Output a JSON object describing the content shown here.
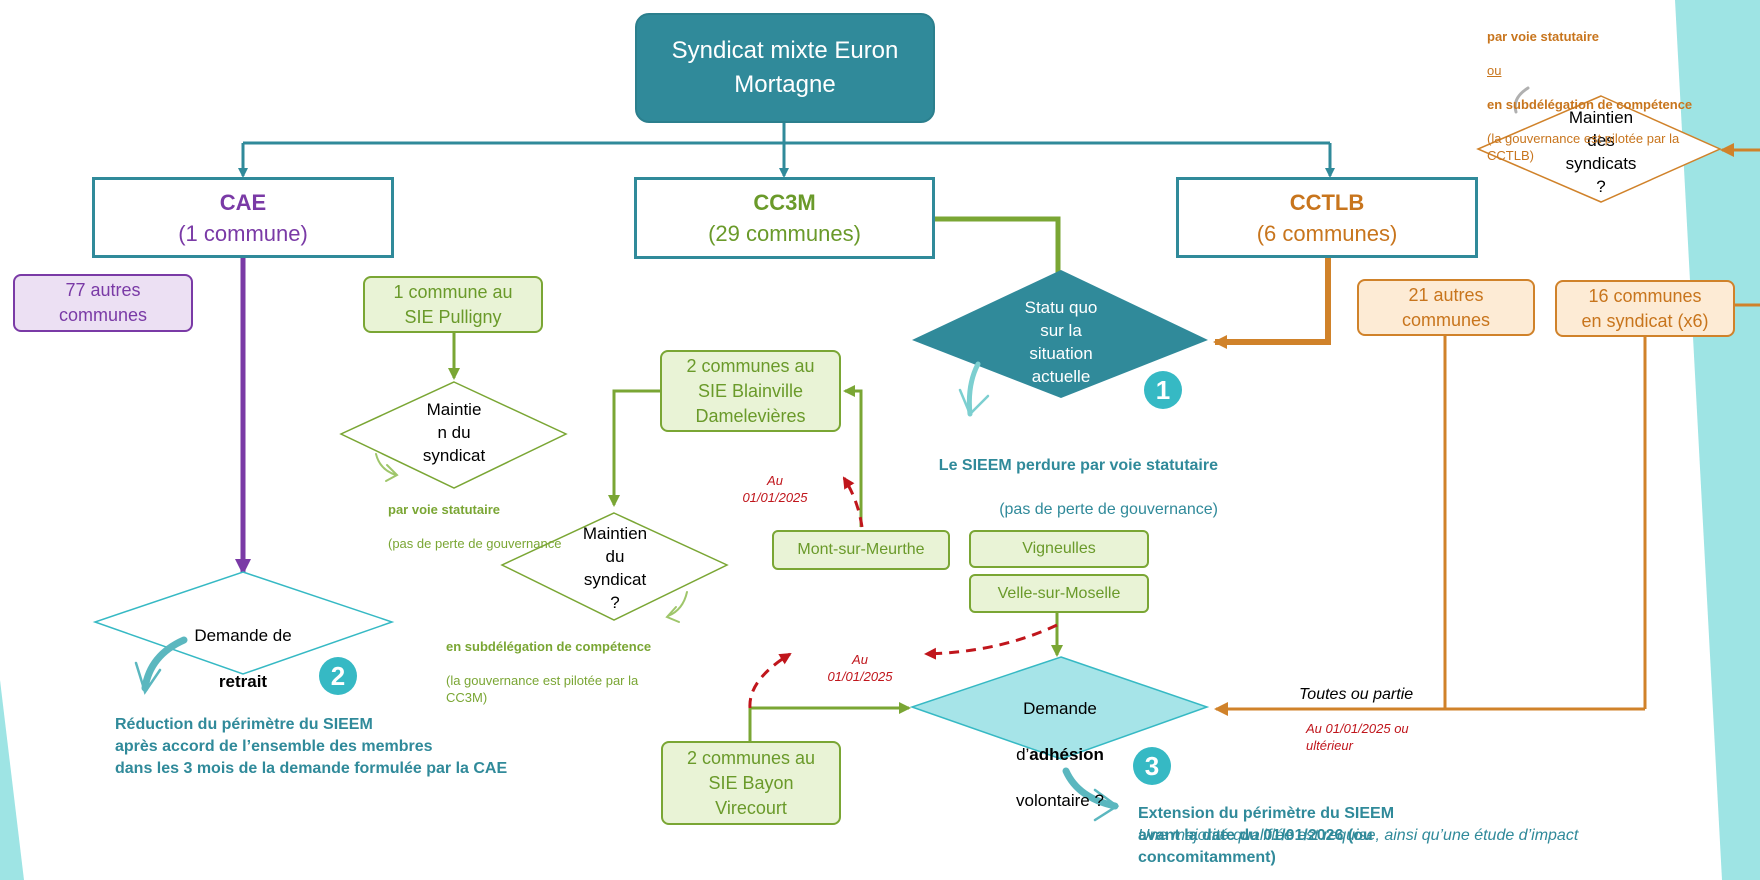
{
  "root": {
    "label": "Syndicat mixte Euron\nMortagne"
  },
  "entities": {
    "cae": {
      "name": "CAE",
      "count": "(1 commune)"
    },
    "cc3m": {
      "name": "CC3M",
      "count": "(29 communes)"
    },
    "cctlb": {
      "name": "CCTLB",
      "count": "(6 communes)"
    }
  },
  "boxes": {
    "cae_others": "77 autres\ncommunes",
    "sie_pulligny": "1 commune au\nSIE Pulligny",
    "sie_blainville": "2 communes au\nSIE Blainville\nDamelevières",
    "mont_sur_meurthe": "Mont-sur-Meurthe",
    "vigneulles": "Vigneulles",
    "velle_sur_moselle": "Velle-sur-Moselle",
    "sie_bayon": "2 communes au\nSIE Bayon\nVirecourt",
    "cctlb_others": "21 autres\ncommunes",
    "cctlb_syndicats": "16 communes\nen syndicat (x6)"
  },
  "diamonds": {
    "statu_quo": "Statu quo\nsur la\nsituation\nactuelle",
    "maintien_pulligny": "Maintie\nn du\nsyndicat",
    "maintien_blainville": "Maintien\ndu\nsyndicat\n?",
    "retrait_prefix": "Demande de",
    "retrait_bold": "retrait",
    "adhesion_line1": "Demande",
    "adhesion_prefix": "d’",
    "adhesion_bold": "adhésion",
    "adhesion_line3": "volontaire ?",
    "maintien_cctlb": "Maintien\ndes\nsyndicats\n?"
  },
  "notes": {
    "pulligny_bold": "par voie statutaire",
    "pulligny_text": "(pas de perte de gouvernance",
    "blainville_bold": "en subdélégation de compétence",
    "blainville_text": "(la gouvernance est pilotée par la\nCC3M)",
    "cctlb_bold1": "par voie statutaire",
    "cctlb_ou": "ou",
    "cctlb_bold2": "en subdélégation de compétence",
    "cctlb_text": "(la gouvernance est pilotée par la\nCCTLB)"
  },
  "dates": {
    "mont": "Au\n01/01/2025",
    "vigneulles": "Au\n01/01/2025",
    "cctlb": "Au 01/01/2025 ou\nultérieur"
  },
  "edge_labels": {
    "toutes": "Toutes ou partie"
  },
  "badges": {
    "one": "1",
    "two": "2",
    "three": "3"
  },
  "captions": {
    "c1_bold": "Le SIEEM perdure par voie statutaire",
    "c1_text": "(pas de perte de gouvernance)",
    "c2": "Réduction du périmètre du SIEEM\naprès accord de l’ensemble des membres\ndans les 3 mois de la demande formulée par la CAE",
    "c3": "Extension du périmètre du SIEEM\navant la date du 01/01/2026 (ou\nconcomitamment)",
    "c3_italic": "Une majorité qualifiée est requise, ainsi qu’une étude d’impact"
  },
  "colors": {
    "teal": "#308a9a",
    "green": "#7aa634",
    "orange": "#d0822a",
    "purple": "#7a3aa6",
    "red": "#c0161c",
    "aqua": "#9ee4e4"
  }
}
